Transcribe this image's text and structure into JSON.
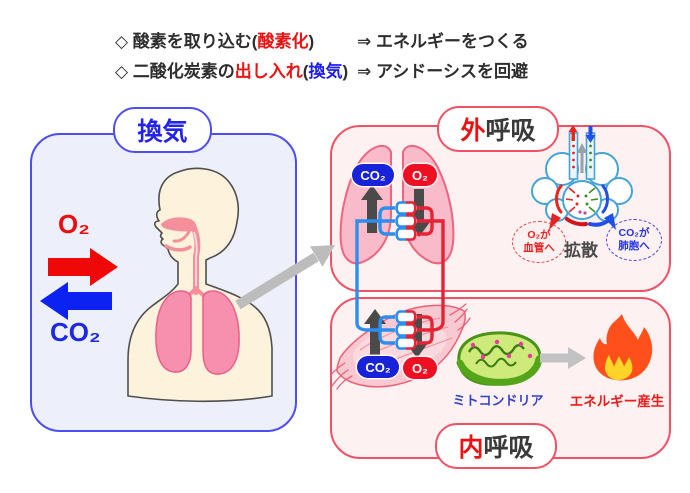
{
  "colors": {
    "accent_red": "#ee1111",
    "accent_blue": "#1c1cee",
    "panel_blue_border": "#4d4df2",
    "panel_blue_bg": "#edeffb",
    "panel_red_border": "#f25064",
    "panel_red_bg": "#fdf1f1",
    "badge_blue": "#1822d8",
    "badge_red": "#ee1022",
    "capillary_blue": "#2b8ef0",
    "capillary_red": "#e62235",
    "arrow_dark": "#4a4a4a",
    "arrow_gray": "#bcbcbc",
    "lung_pink": "#f9bac9",
    "muscle_pink": "#f8c9d1",
    "mitochondria_green": "#cdea7a",
    "flame_orange": "#ff4f1a",
    "flame_yellow": "#ffd428"
  },
  "header": {
    "line1": {
      "part1": "◇ 酸素を取り込む(",
      "em": "酸素化",
      "part2": ")",
      "result": "⇒ エネルギーをつくる"
    },
    "line2": {
      "part1": "◇ 二酸化炭素の",
      "em_red": "出し入れ",
      "part2": "(",
      "em_blue": "換気",
      "part3": ")",
      "result": "⇒ アシドーシスを回避"
    }
  },
  "ventilation": {
    "title": "換気",
    "o2": "O₂",
    "co2": "CO₂"
  },
  "external": {
    "title_em": "外",
    "title_rest": "呼吸",
    "co2_badge": "CO₂",
    "o2_badge": "O₂",
    "diffusion": "拡散",
    "o2_note": [
      "O₂が",
      "血管へ"
    ],
    "co2_note": [
      "CO₂が",
      "肺胞へ"
    ]
  },
  "internal": {
    "title_em": "内",
    "title_rest": "呼吸",
    "co2_badge": "CO₂",
    "o2_badge": "O₂",
    "mitochondria": "ミトコンドリア",
    "energy": "エネルギー産生"
  }
}
